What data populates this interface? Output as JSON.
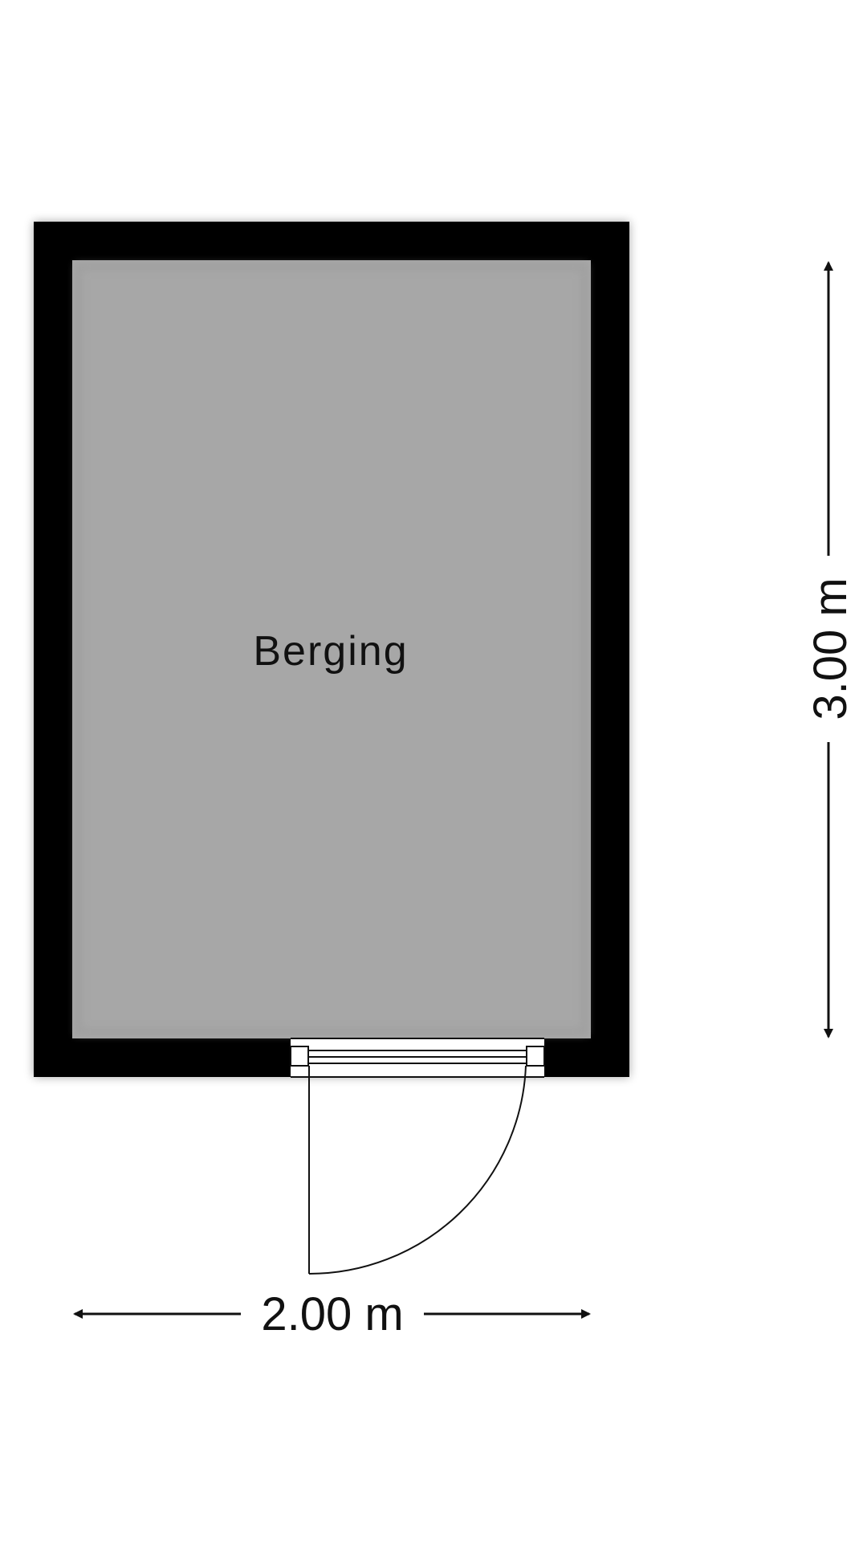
{
  "room": {
    "name": "Berging"
  },
  "dimensions": {
    "width_label": "2.00 m",
    "height_label": "3.00 m"
  },
  "colors": {
    "wall": "#000000",
    "floor": "#a7a7a7",
    "background": "#ffffff",
    "line": "#111111"
  }
}
